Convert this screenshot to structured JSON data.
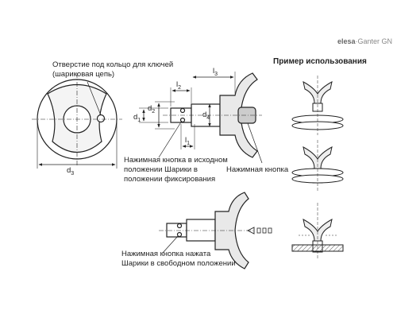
{
  "logo": {
    "brand": "elesa",
    "partner": "Ganter",
    "suffix": "GN"
  },
  "labels": {
    "ring_hole": [
      "Отверстие под кольцо для ключей",
      "(шариковая цепь)"
    ],
    "example_title": "Пример использования",
    "button_initial": [
      "Нажимная кнопка в исходном",
      "положении Шарики в",
      "положении фиксирования"
    ],
    "push_button": "Нажимная кнопка",
    "button_pressed": [
      "Нажимная кнопка нажата",
      "Шарики в свободном положении"
    ]
  },
  "dims": {
    "d1": "d",
    "d1_sub": "1",
    "d2": "d",
    "d2_sub": "2",
    "d3": "d",
    "d3_sub": "3",
    "d4": "d",
    "d4_sub": "4",
    "l1": "l",
    "l1_sub": "1",
    "l2": "l",
    "l2_sub": "2",
    "l3": "l",
    "l3_sub": "3"
  }
}
